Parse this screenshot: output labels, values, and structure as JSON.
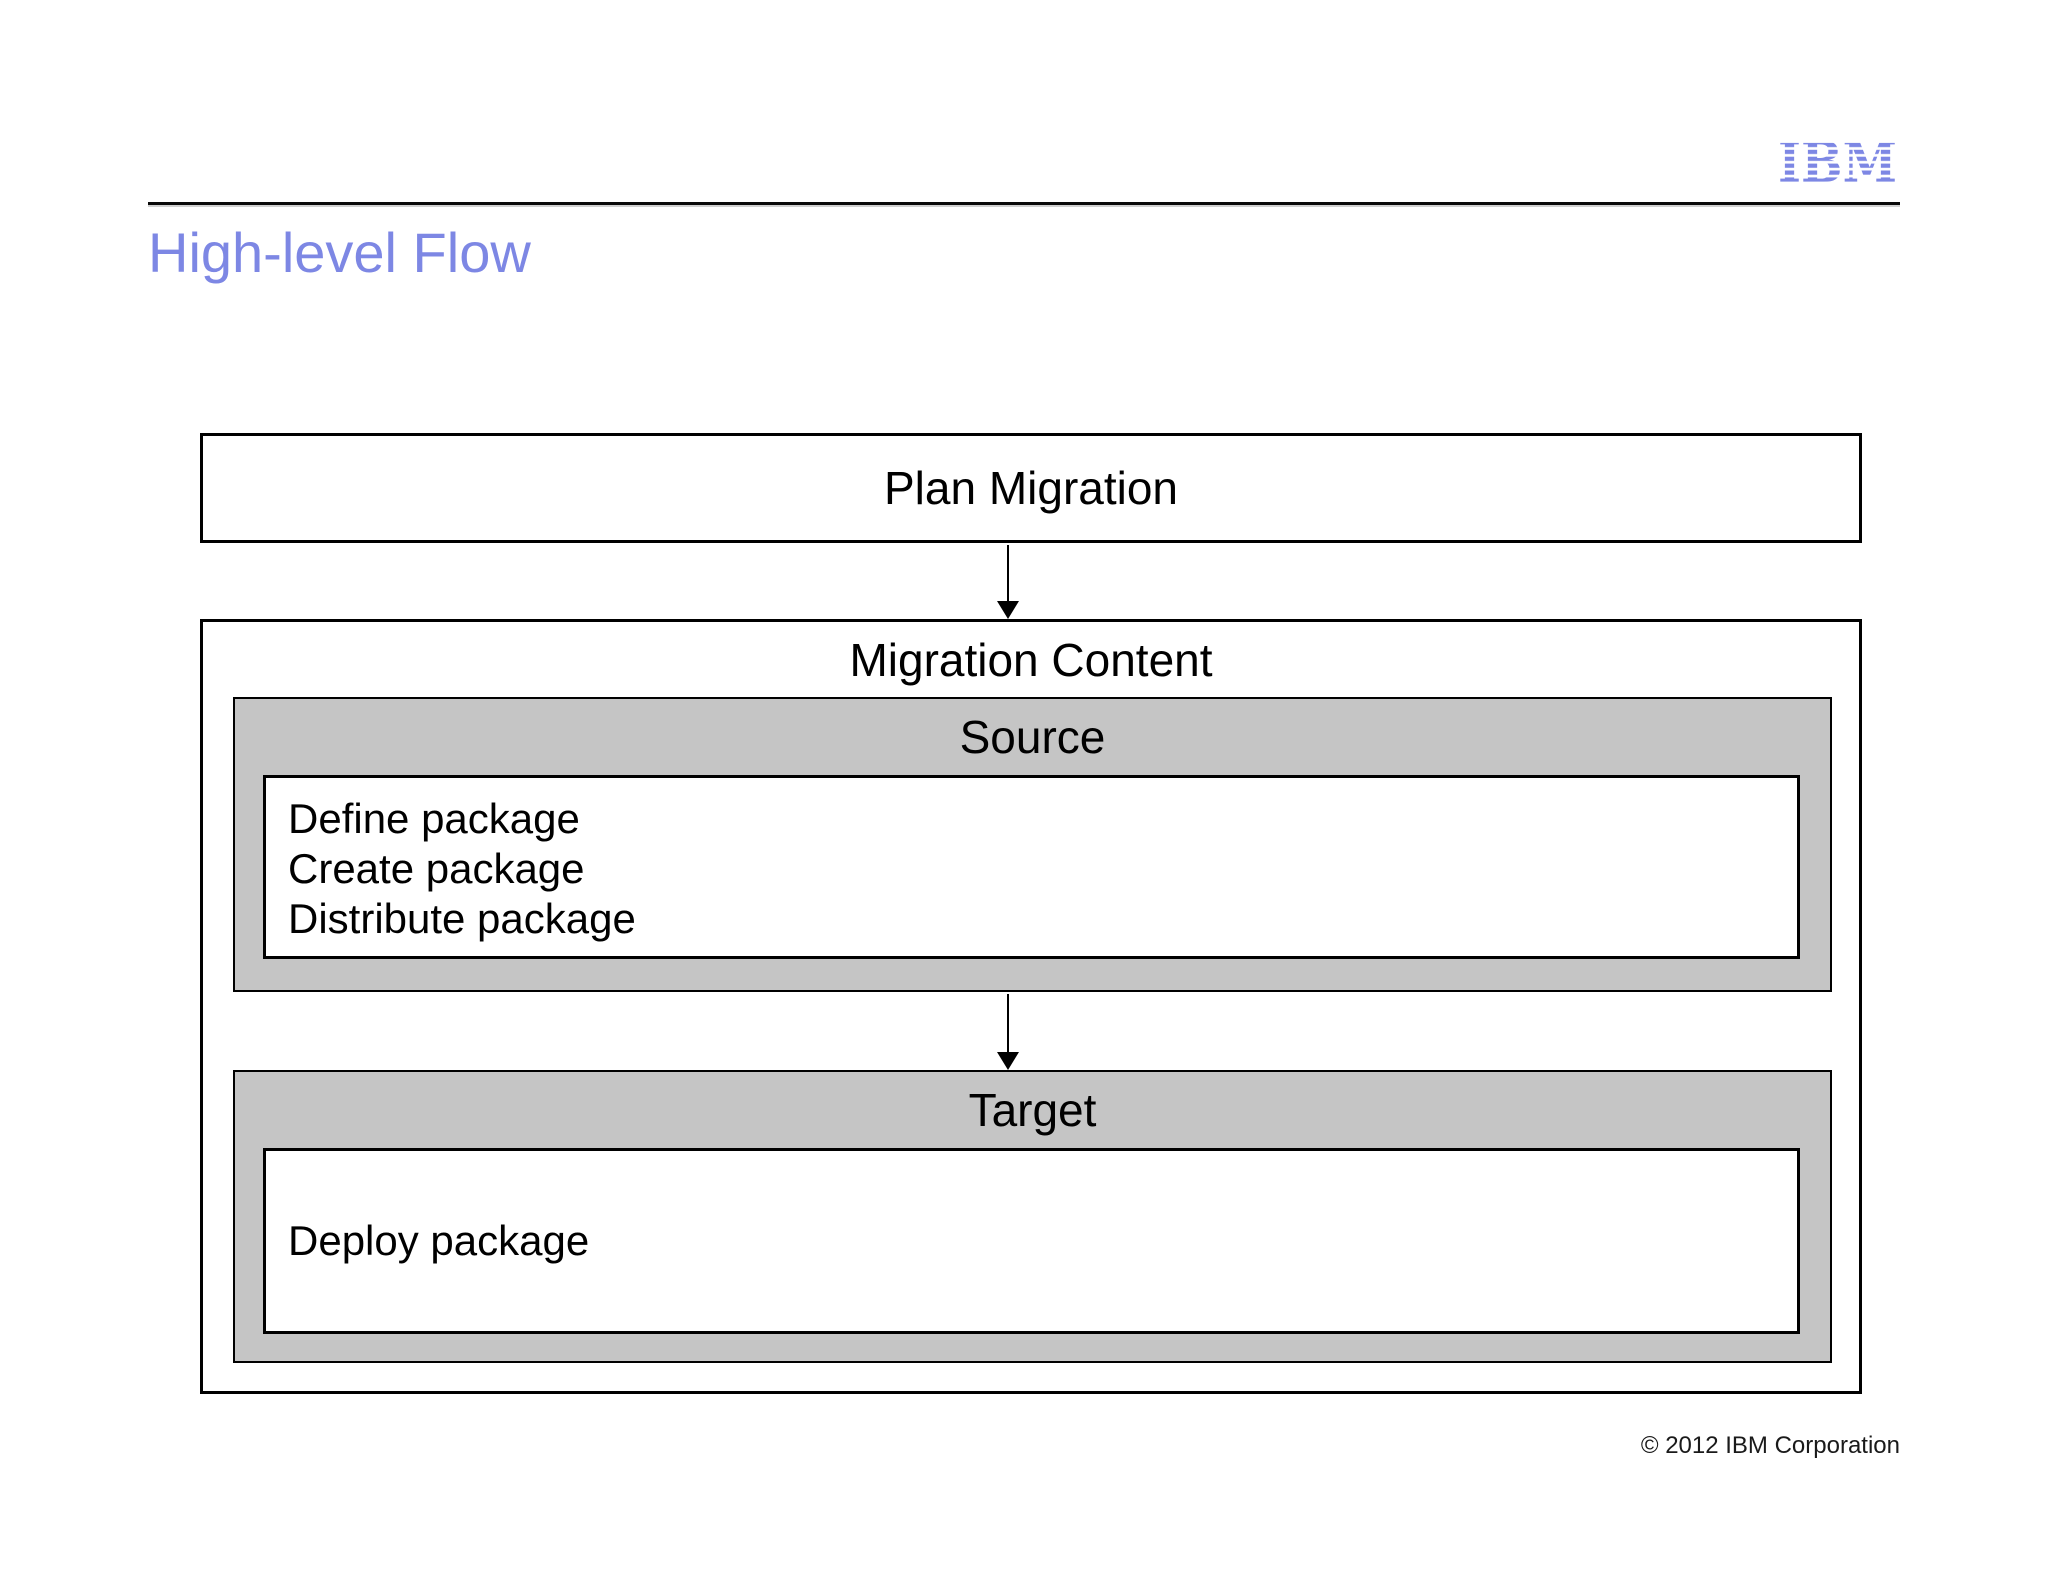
{
  "slide": {
    "title": "High-level Flow",
    "footer": "© 2012 IBM Corporation"
  },
  "logo": {
    "text": "IBM"
  },
  "colors": {
    "accent_blue": "#7d87e4",
    "box_gray": "#c5c5c5",
    "line_black": "#000000",
    "background": "#ffffff"
  },
  "diagram": {
    "plan": {
      "label": "Plan Migration"
    },
    "migration_content": {
      "label": "Migration Content",
      "source": {
        "label": "Source",
        "items": [
          "Define package",
          "Create package",
          "Distribute package"
        ]
      },
      "target": {
        "label": "Target",
        "items": [
          "Deploy package"
        ]
      }
    }
  }
}
